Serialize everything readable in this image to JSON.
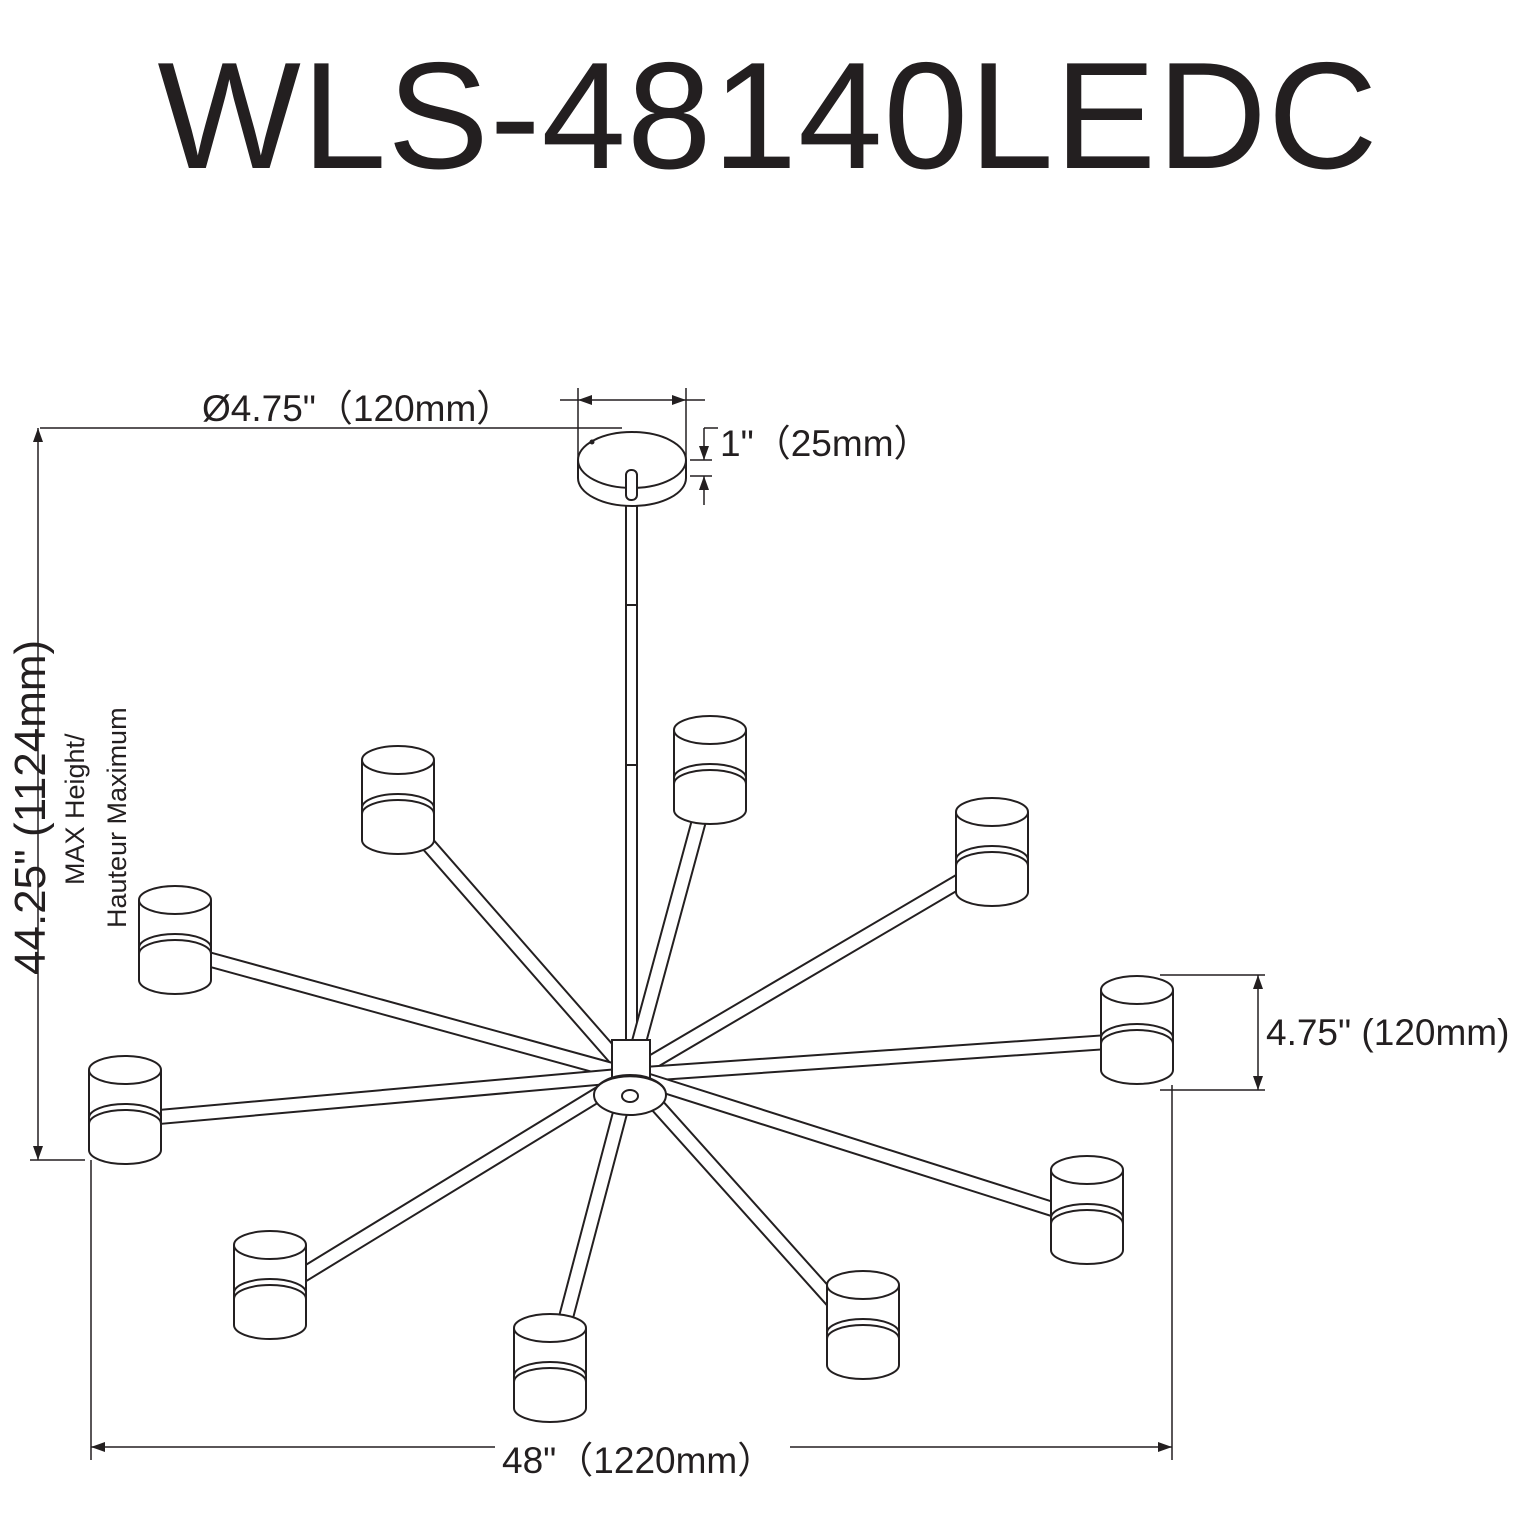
{
  "title": "WLS-48140LEDC",
  "dimensions": {
    "canopy_diameter": "Ø4.75\"（120mm）",
    "canopy_height": "1\"（25mm）",
    "max_height": "44.25\" (1124mm)",
    "max_height_label_en": "MAX Height/",
    "max_height_label_fr": "Hauteur Maximum",
    "shade_height": "4.75\" (120mm)",
    "overall_width": "48\"（1220mm）"
  },
  "colors": {
    "line": "#231f20",
    "background": "#ffffff"
  }
}
